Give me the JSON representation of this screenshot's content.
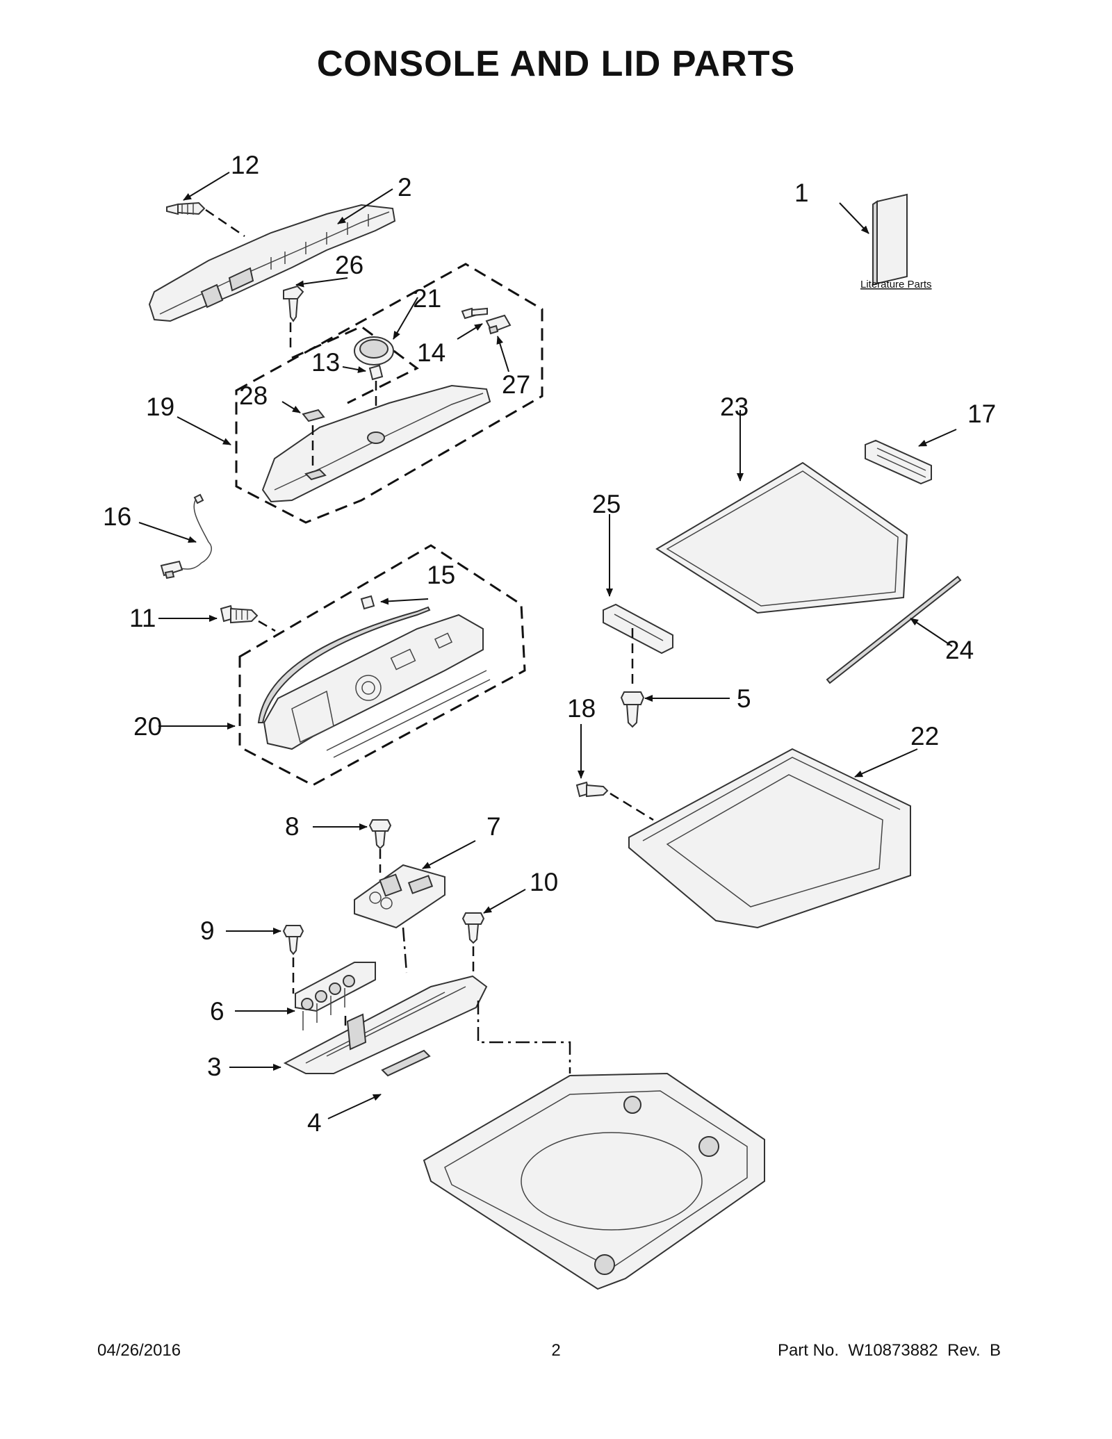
{
  "title": "CONSOLE AND LID PARTS",
  "literature_label": "Literature Parts",
  "callouts": {
    "c1": "1",
    "c2": "2",
    "c3": "3",
    "c4": "4",
    "c5": "5",
    "c6": "6",
    "c7": "7",
    "c8": "8",
    "c9": "9",
    "c10": "10",
    "c11": "11",
    "c12": "12",
    "c13": "13",
    "c14": "14",
    "c15": "15",
    "c16": "16",
    "c17": "17",
    "c18": "18",
    "c19": "19",
    "c20": "20",
    "c21": "21",
    "c22": "22",
    "c23": "23",
    "c24": "24",
    "c25": "25",
    "c26": "26",
    "c27": "27",
    "c28": "28"
  },
  "footer": {
    "date": "04/26/2016",
    "page": "2",
    "part_number": "Part No.  W10873882  Rev.  B"
  }
}
